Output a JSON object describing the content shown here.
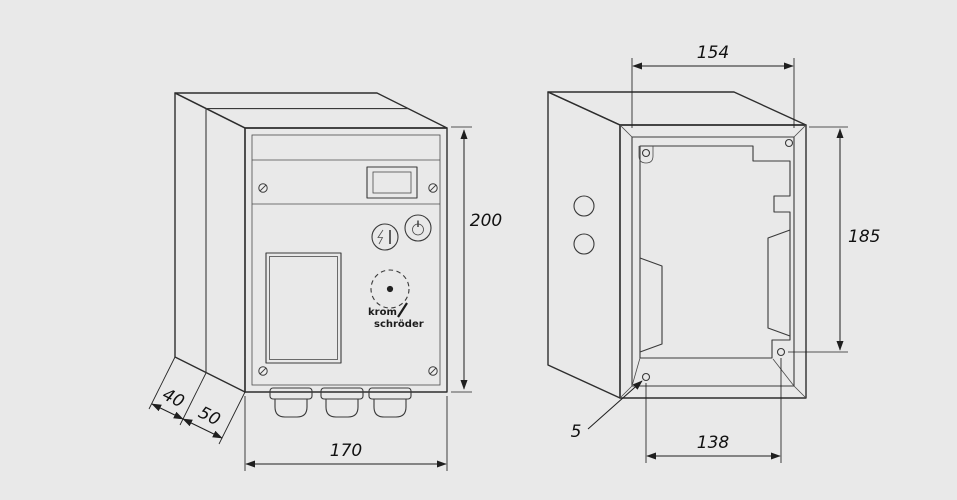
{
  "front_view": {
    "dims": {
      "height": "200",
      "width": "170",
      "depth_rear": "40",
      "depth_front": "50"
    },
    "logo": {
      "line1": "krom",
      "line2": "schröder"
    }
  },
  "rear_view": {
    "dims": {
      "width": "154",
      "height": "185",
      "hole_spacing": "138",
      "hole_diameter": "5"
    }
  }
}
